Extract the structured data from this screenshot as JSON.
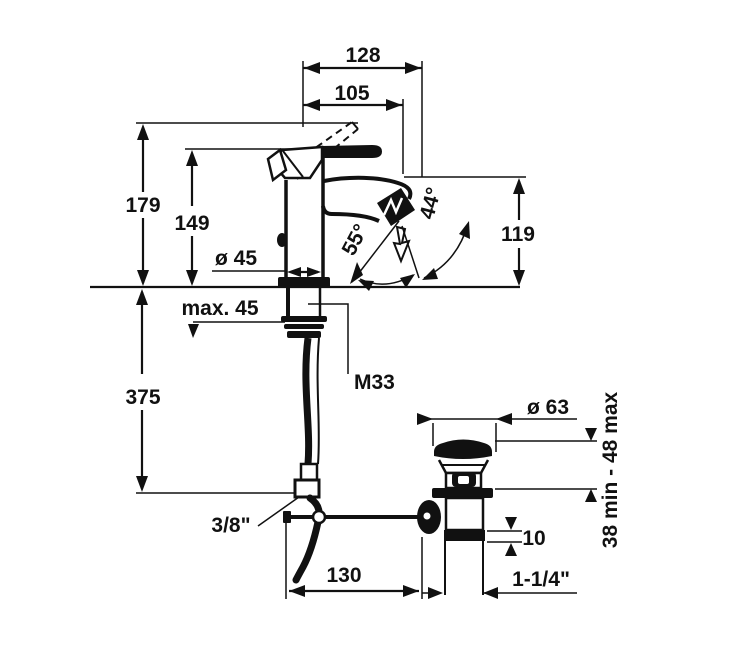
{
  "drawing": {
    "type": "faucet installation technical drawing",
    "units": "mm",
    "dims": {
      "reach_total": "128",
      "reach_outlet": "105",
      "height_total": "179",
      "height_cartridge": "149",
      "height_outlet": "119",
      "angle_stream": "55°",
      "angle_swivel": "44°",
      "base_diameter": "ø 45",
      "deck_thickness_max": "max. 45",
      "shank_thread": "M33",
      "hose_length": "375",
      "supply_connection": "3/8\"",
      "rod_offset": "130",
      "waste_flange_diameter": "ø 63",
      "waste_clamp_range": "38 min - 48 max",
      "waste_washer_height": "10",
      "waste_thread": "1-1/4\""
    }
  }
}
